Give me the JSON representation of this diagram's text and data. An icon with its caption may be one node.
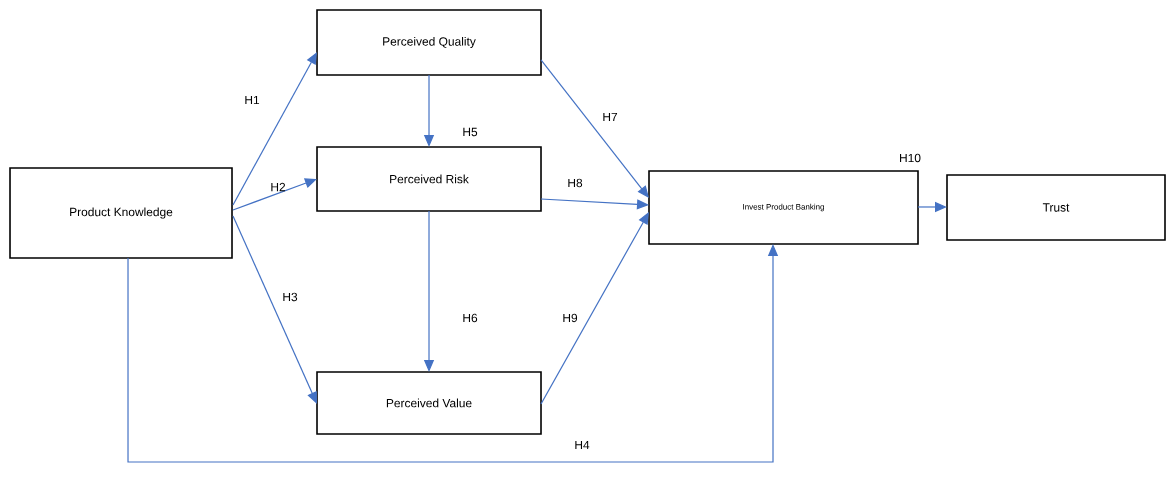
{
  "diagram": {
    "nodes": [
      {
        "text": [
          "Product Knowledge"
        ]
      },
      {
        "text": [
          "Perceived Quality"
        ]
      },
      {
        "text": [
          "Perceived Risk"
        ]
      },
      {
        "text": [
          "Perceived Value"
        ]
      },
      {
        "text": [
          "Invest Product Banking"
        ]
      },
      {
        "text": [
          "Trust"
        ]
      }
    ],
    "edges": [
      {
        "from": 0,
        "to": 1,
        "arrow": "to",
        "label": "H1"
      },
      {
        "from": 0,
        "to": 2,
        "arrow": "to",
        "label": "H2"
      },
      {
        "from": 0,
        "to": 3,
        "arrow": "to",
        "label": "H3"
      },
      {
        "from": 0,
        "to": 4,
        "arrow": "to",
        "label": "H4"
      },
      {
        "from": 1,
        "to": 2,
        "arrow": "to",
        "label": "H5"
      },
      {
        "from": 2,
        "to": 3,
        "arrow": "to",
        "label": "H6"
      },
      {
        "from": 1,
        "to": 4,
        "arrow": "to",
        "label": "H7"
      },
      {
        "from": 2,
        "to": 4,
        "arrow": "to",
        "label": "H8"
      },
      {
        "from": 3,
        "to": 4,
        "arrow": "to",
        "label": "H9"
      },
      {
        "from": 4,
        "to": 5,
        "arrow": "to",
        "label": "H10"
      }
    ]
  }
}
